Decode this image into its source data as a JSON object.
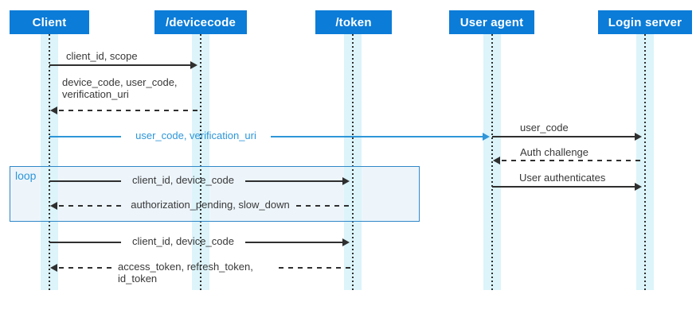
{
  "diagram": {
    "title": "OAuth 2.0 device authorization grant sequence diagram",
    "actors": [
      {
        "label": "Client"
      },
      {
        "label": "/devicecode"
      },
      {
        "label": "/token"
      },
      {
        "label": "User agent"
      },
      {
        "label": "Login server"
      }
    ],
    "loop": {
      "label": "loop"
    },
    "messages": [
      {
        "from": "Client",
        "to": "/devicecode",
        "style": "solid",
        "label": "client_id, scope"
      },
      {
        "from": "/devicecode",
        "to": "Client",
        "style": "dashed",
        "label": "device_code, user_code,",
        "label2": "verification_uri"
      },
      {
        "from": "Client",
        "to": "User agent",
        "style": "solid-blue",
        "label": "user_code, verification_uri"
      },
      {
        "from": "User agent",
        "to": "Login server",
        "style": "solid",
        "label": "user_code"
      },
      {
        "from": "Login server",
        "to": "User agent",
        "style": "dashed",
        "label": "Auth challenge"
      },
      {
        "from": "User agent",
        "to": "Login server",
        "style": "solid",
        "label": "User authenticates"
      },
      {
        "from": "Client",
        "to": "/token",
        "style": "solid",
        "in_loop": true,
        "label": "client_id, device_code"
      },
      {
        "from": "/token",
        "to": "Client",
        "style": "dashed",
        "in_loop": true,
        "label": "authorization_pending, slow_down"
      },
      {
        "from": "Client",
        "to": "/token",
        "style": "solid",
        "label": "client_id, device_code"
      },
      {
        "from": "/token",
        "to": "Client",
        "style": "dashed",
        "label": "access_token, refresh_token,",
        "label2": "id_token"
      }
    ],
    "colors": {
      "actor_fill": "#0b7cd8",
      "accent_blue": "#2e96d8",
      "lifeline_band": "#dcf4fa",
      "loop_fill": "#edf5fb",
      "loop_border": "#3087c8",
      "line": "#2f2f2f",
      "label_text": "#383838"
    }
  }
}
